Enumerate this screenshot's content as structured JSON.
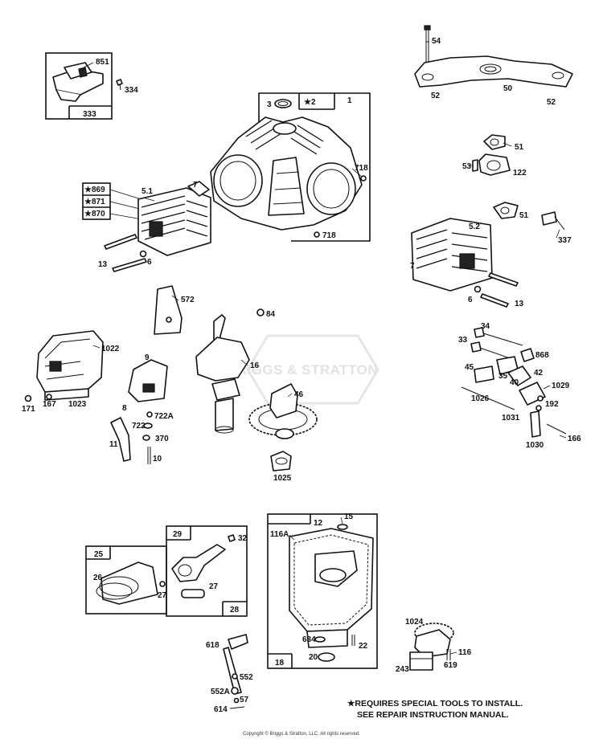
{
  "watermark": "BRIGGS & STRATTON",
  "note": {
    "line1": "★REQUIRES SPECIAL TOOLS TO INSTALL.",
    "line2": "SEE REPAIR INSTRUCTION MANUAL."
  },
  "copyright": "Copyright © Briggs & Stratton, LLC. All rights reserved.",
  "labels": {
    "l851": "851",
    "l334": "334",
    "l333": "333",
    "l3": "3",
    "l2": "★2",
    "l1": "1",
    "l718a": "718",
    "l718b": "718",
    "l54": "54",
    "l52a": "52",
    "l52b": "52",
    "l50": "50",
    "l869": "★869",
    "l871": "★871",
    "l870": "★870",
    "l51a": "5.1",
    "l7a": "7",
    "l13a": "13",
    "l6a": "6",
    "l51": "51",
    "l53": "53",
    "l122": "122",
    "l51b": "51",
    "l337": "337",
    "l52": "5.2",
    "l7b": "7",
    "l6b": "6",
    "l13b": "13",
    "l572": "572",
    "l84": "84",
    "l1022": "1022",
    "l171": "171",
    "l167": "167",
    "l1023": "1023",
    "l9": "9",
    "l8": "8",
    "l722a": "722A",
    "l722": "722",
    "l370": "370",
    "l11": "11",
    "l10": "10",
    "l16": "16",
    "l46": "46",
    "l1025": "1025",
    "l34": "34",
    "l33": "33",
    "l868": "868",
    "l35": "35",
    "l40": "40",
    "l42": "42",
    "l45": "45",
    "l1029": "1029",
    "l1026": "1026",
    "l192": "192",
    "l1031": "1031",
    "l166": "166",
    "l1030": "1030",
    "l29": "29",
    "l32": "32",
    "l25": "25",
    "l26": "26",
    "l27a": "27",
    "l27b": "27",
    "l28": "28",
    "l15": "15",
    "l12": "12",
    "l116a": "116A",
    "l634": "634",
    "l22": "22",
    "l20": "20",
    "l18": "18",
    "l618": "618",
    "l552": "552",
    "l552a": "552A",
    "l57": "57",
    "l614": "614",
    "l1024": "1024",
    "l116": "116",
    "l243": "243",
    "l619": "619"
  }
}
